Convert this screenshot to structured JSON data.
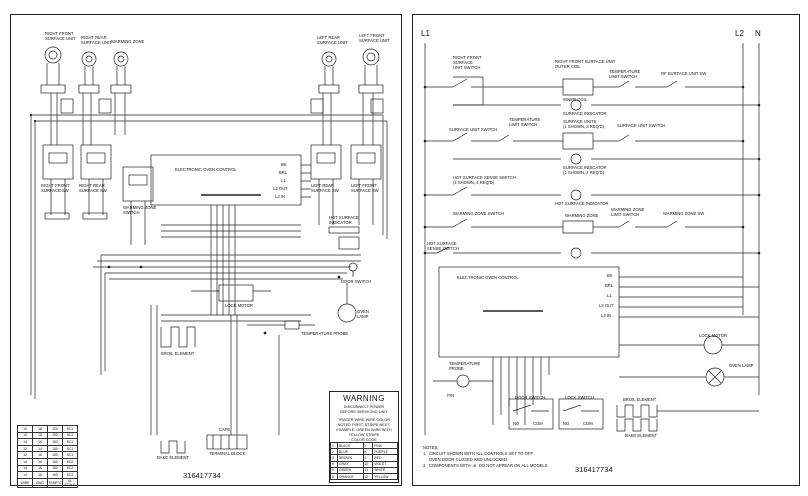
{
  "left_sheet": {
    "part_number": "316417734",
    "labels": {
      "rf_surface": "RIGHT FRONT\nSURFACE UNIT",
      "rr_surface": "RIGHT REAR\nSURFACE UNIT",
      "warm_zone": "WARMING ZONE",
      "lr_surface": "LEFT REAR\nSURFACE UNIT",
      "lf_surface": "LEFT FRONT\nSURFACE UNIT",
      "rf_sw": "RIGHT FRONT\nSURFACE SW",
      "rr_sw": "RIGHT REAR\nSURFACE SW",
      "wz_switch": "WARMING ZONE\nSWITCH",
      "lr_sw": "LEFT REAR\nSURFACE SW",
      "lf_sw": "LEFT FRONT\nSURFACE SW",
      "hot_surface": "HOT SURFACE\nINDICATOR",
      "eoc": "ELECTRONIC OVEN CONTROL",
      "bk": "BK",
      "brl": "BRL",
      "l1": "L1",
      "l2out": "L2 OUT",
      "l2in": "L2 IN",
      "door_switch": "DOOR SWITCH",
      "lock_motor": "LOCK MOTOR",
      "oven_lamp": "OVEN\nLAMP",
      "temp_probe": "TEMPERATURE PROBE",
      "broil": "BROIL ELEMENT",
      "bake": "BAKE ELEMENT",
      "terminal": "TERMINAL BLOCK",
      "cafe": "CAFE"
    },
    "warning": {
      "title": "WARNING",
      "line1": "DISCONNECT POWER",
      "line2": "BEFORE SERVICING UNIT",
      "line3": "TRACER WIRE  WIRE COLOR",
      "line4": "NOTED FIRST, STRIPE NEXT.",
      "line5": "EXAMPLE: GREEN WIRE WITH",
      "line6": "YELLOW STRIPE",
      "cc_title": "COLOR CODE"
    },
    "color_code": [
      [
        "1",
        "BLACK",
        "7",
        "PINK"
      ],
      [
        "2",
        "BLUE",
        "8",
        "PURPLE"
      ],
      [
        "3",
        "BROWN",
        "9",
        "RED"
      ],
      [
        "4",
        "GRAY",
        "10",
        "VIOLET"
      ],
      [
        "5",
        "GREEN",
        "11",
        "WHITE"
      ],
      [
        "6",
        "ORANGE",
        "12",
        "YELLOW"
      ]
    ],
    "wire_table": {
      "rows": [
        [
          "10",
          "18",
          "200",
          "SC1"
        ],
        [
          "10",
          "18",
          "200",
          "SC1"
        ],
        [
          "14",
          "16",
          "150",
          "SC1"
        ],
        [
          "12",
          "14",
          "150",
          "SC1"
        ],
        [
          "12",
          "16",
          "150",
          "SC1"
        ],
        [
          "14",
          "16",
          "150",
          "SC2"
        ],
        [
          "14",
          "16",
          "150",
          "SC2"
        ],
        [
          "14",
          "16",
          "150",
          "SC2"
        ]
      ],
      "footer": [
        "WIRE",
        "AWG",
        "TEMP°C",
        "UL STYLE"
      ]
    }
  },
  "right_sheet": {
    "part_number": "316417734",
    "rails": {
      "l1": "L1",
      "l2": "L2",
      "n": "N"
    },
    "labels": {
      "rf_switch": "RIGHT FRONT\nSURFACE\nUNIT SWITCH",
      "rf_unit": "RIGHT FRONT SURFACE UNIT\nOUTER COIL",
      "inner_coil": "INNER COIL",
      "temp_limit": "TEMPERATURE\nLIMIT SWITCH",
      "rf_unit_sw": "RF SURFACE UNIT SW",
      "surf_ind": "SURFACE INDICATOR",
      "sus": "SURFACE UNIT SWITCH",
      "temp_limit2": "TEMPERATURE\nLIMIT SWITCH",
      "sunits": "SURFACE UNITS\n(1 SHOWN, 3 REQ'D)",
      "sunit_sw": "SURFACE UNIT SWITCH",
      "surf_ind2": "SURFACE INDICATOR\n(1 SHOWN, 4 REQ'D)",
      "hot_sense": "HOT SURFACE SENSE SWITCH\n(1 SHOWN, 4 REQ'D)",
      "hot_ind": "HOT SURFACE INDICATOR",
      "wz_switch": "WARMING ZONE SWITCH",
      "wz": "WARMING ZONE",
      "wz_limit": "WARMING ZONE\nLIMIT SWITCH",
      "wz_limit2": "WARMING ZONE SW",
      "hot_sense2": "HOT SURFACE\nSENSE SWITCH",
      "eoc": "ELECTRONIC OVEN CONTROL",
      "bk": "BK",
      "brl": "BRL",
      "l1": "L1",
      "l2out": "L2 OUT",
      "l2in": "L2 IN",
      "lock_motor": "LOCK MOTOR",
      "oven_lamp": "OVEN LAMP",
      "temp_probe": "TEMPERATURE\nPROBE",
      "pin": "PIN",
      "door_switch": "DOOR SWITCH",
      "lock_switch": "LOCK SWITCH",
      "broil": "BROIL ELEMENT",
      "bake": "BAKE ELEMENT",
      "no": "NO",
      "com": "COM"
    },
    "notes": "NOTES:\n1.  CIRCUIT SHOWN WITH ALL CONTROLS SET TO OFF.\n     OVEN DOOR CLOSED AND UNLOCKED.\n2.  COMPONENTS WITH  ⊕  DO NOT APPEAR ON ALL MODELS"
  }
}
